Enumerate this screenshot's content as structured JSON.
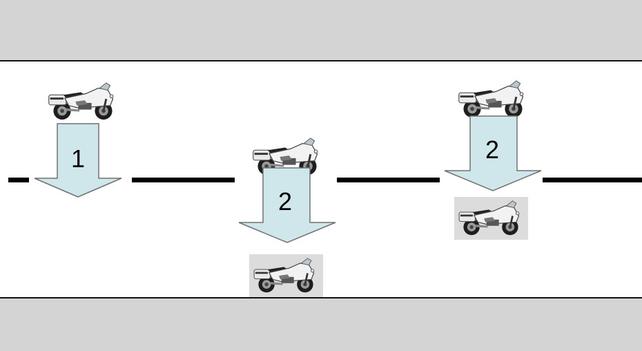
{
  "colors": {
    "shoulder": "#d4d4d4",
    "edge_line": "#111111",
    "lane_marking": "#000000",
    "arrow_fill": "#cfe6ea",
    "arrow_stroke": "#707070",
    "ghost_tile": "#dcdcdc"
  },
  "icons": {
    "motorcycle": "motorcycle-icon",
    "movement_arrow": "down-arrow-icon"
  },
  "arrows": [
    {
      "label": "1"
    },
    {
      "label": "2"
    },
    {
      "label": "2"
    }
  ]
}
